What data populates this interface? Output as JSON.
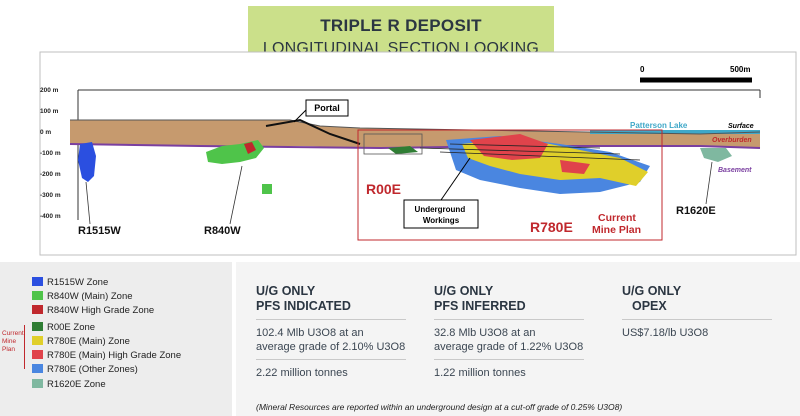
{
  "title": {
    "line1": "TRIPLE R DEPOSIT",
    "line2": "LONGITUDINAL SECTION LOOKING NW"
  },
  "section": {
    "scale_bar": {
      "start": "0",
      "end": "500m"
    },
    "elevation_labels": [
      "200 m",
      "100 m",
      "0 m",
      "-100 m",
      "-200 m",
      "-300 m",
      "-400 m"
    ],
    "callouts": {
      "portal": "Portal",
      "underground_workings": "Underground Workings",
      "current_mine_plan": "Current Mine Plan"
    },
    "feature_labels": {
      "patterson_lake": "Patterson Lake",
      "surface": "Surface",
      "overburden": "Overburden",
      "basement": "Basement"
    },
    "zone_labels": {
      "r1515w": "R1515W",
      "r840w": "R840W",
      "r00e": "R00E",
      "r780e": "R780E",
      "r1620e": "R1620E"
    },
    "colors": {
      "r1515w": "#2b4fe0",
      "r840w_main": "#4fc44a",
      "r840w_hg": "#c0282d",
      "r00e": "#2f7d34",
      "r780e_main": "#e0cf2a",
      "r780e_hg": "#e0434b",
      "r780e_other": "#4a86e0",
      "r1620e": "#7fb8a0",
      "overburden": "#c69a6e",
      "basement_line": "#7a3fa0",
      "lake": "#3fa8c8",
      "mine_plan_box": "#c0282d"
    }
  },
  "legend": {
    "items": [
      {
        "label": "R1515W Zone",
        "color": "#2b4fe0"
      },
      {
        "label": "R840W (Main) Zone",
        "color": "#4fc44a"
      },
      {
        "label": "R840W High Grade Zone",
        "color": "#c0282d"
      },
      {
        "label": "R00E Zone",
        "color": "#2f7d34"
      },
      {
        "label": "R780E (Main) Zone",
        "color": "#e0cf2a"
      },
      {
        "label": "R780E (Main) High Grade Zone",
        "color": "#e0434b"
      },
      {
        "label": "R780E (Other Zones)",
        "color": "#4a86e0"
      },
      {
        "label": "R1620E Zone",
        "color": "#7fb8a0"
      }
    ],
    "current_mine_plan_label": "Current Mine Plan"
  },
  "stats": {
    "indicated": {
      "head1": "U/G ONLY",
      "head2": "PFS INDICATED",
      "line1": "102.4 Mlb U3O8 at an",
      "line2": "average grade of 2.10% U3O8",
      "line3": "2.22 million tonnes"
    },
    "inferred": {
      "head1": "U/G ONLY",
      "head2": "PFS INFERRED",
      "line1": "32.8 Mlb U3O8 at an",
      "line2": "average grade of 1.22% U3O8",
      "line3": "1.22 million tonnes"
    },
    "opex": {
      "head1": "U/G ONLY",
      "head2": "OPEX",
      "line1": "US$7.18/lb U3O8"
    },
    "footnote": "(Mineral Resources are reported within an underground design at a cut-off grade of 0.25% U3O8)"
  }
}
